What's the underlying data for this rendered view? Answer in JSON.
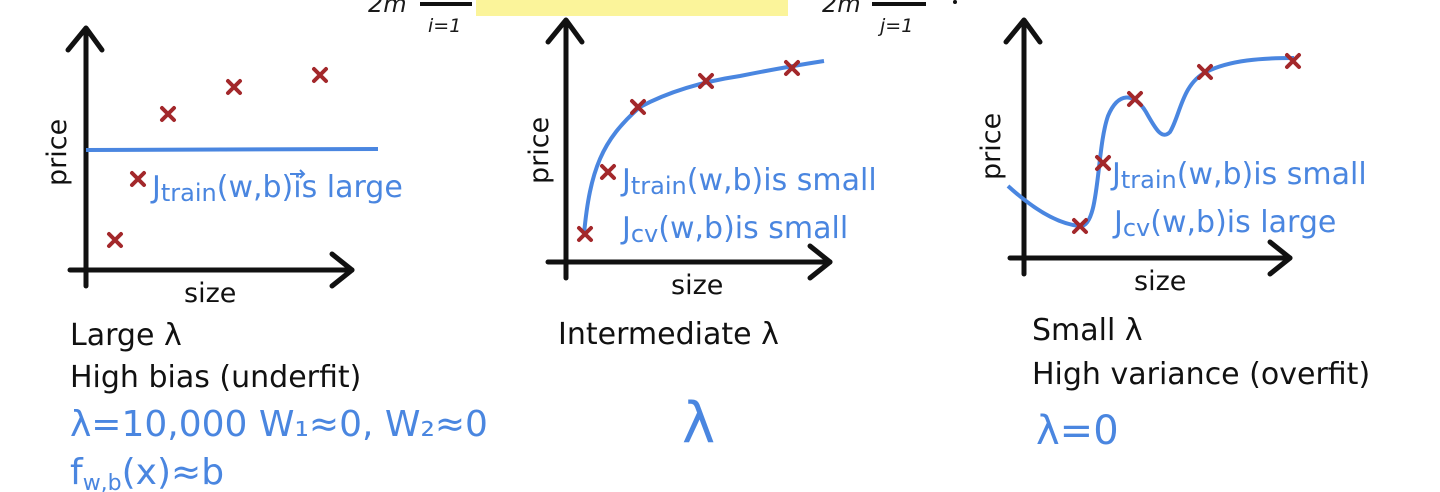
{
  "top_formula": {
    "left_fragment": "2m",
    "left_index": "i=1",
    "right_fragment": "2m",
    "right_index": "j=1",
    "highlight_color": "#fbf49a"
  },
  "panels": [
    {
      "id": "large",
      "xlabel": "size",
      "ylabel": "price",
      "caption_line1": "Large λ",
      "caption_line2": "High bias (underfit)",
      "note1": "J",
      "note1_sub": "train",
      "note1_args": "(w,b)",
      "note1_tail": "is large",
      "handwriting_line1": "λ=10,000  W₁≈0, W₂≈0",
      "handwriting_line2_f": "f",
      "handwriting_line2_sub": "w,b",
      "handwriting_line2_tail": "(x)≈b",
      "fit": "horizontal line"
    },
    {
      "id": "intermediate",
      "xlabel": "size",
      "ylabel": "price",
      "caption_line1": "Intermediate λ",
      "note1": "J",
      "note1_sub": "train",
      "note1_args": "(w,b)",
      "note1_tail": "is small",
      "note2": "J",
      "note2_sub": "cv",
      "note2_args": "(w,b)",
      "note2_tail": "is small",
      "handwriting_line1": "λ",
      "fit": "smooth curve"
    },
    {
      "id": "small",
      "xlabel": "size",
      "ylabel": "price",
      "caption_line1": "Small λ",
      "caption_line2": "High variance (overfit)",
      "note1": "J",
      "note1_sub": "train",
      "note1_args": "(w,b)",
      "note1_tail": "is small",
      "note2": "J",
      "note2_sub": "cv",
      "note2_args": "(w,b)",
      "note2_tail": "is large",
      "handwriting_line1": "λ=0",
      "fit": "wiggly curve"
    }
  ],
  "colors": {
    "ink_blue": "#4a86e0",
    "marker_red": "#a3282b",
    "axis": "#111111",
    "highlight": "#fbf49a"
  }
}
